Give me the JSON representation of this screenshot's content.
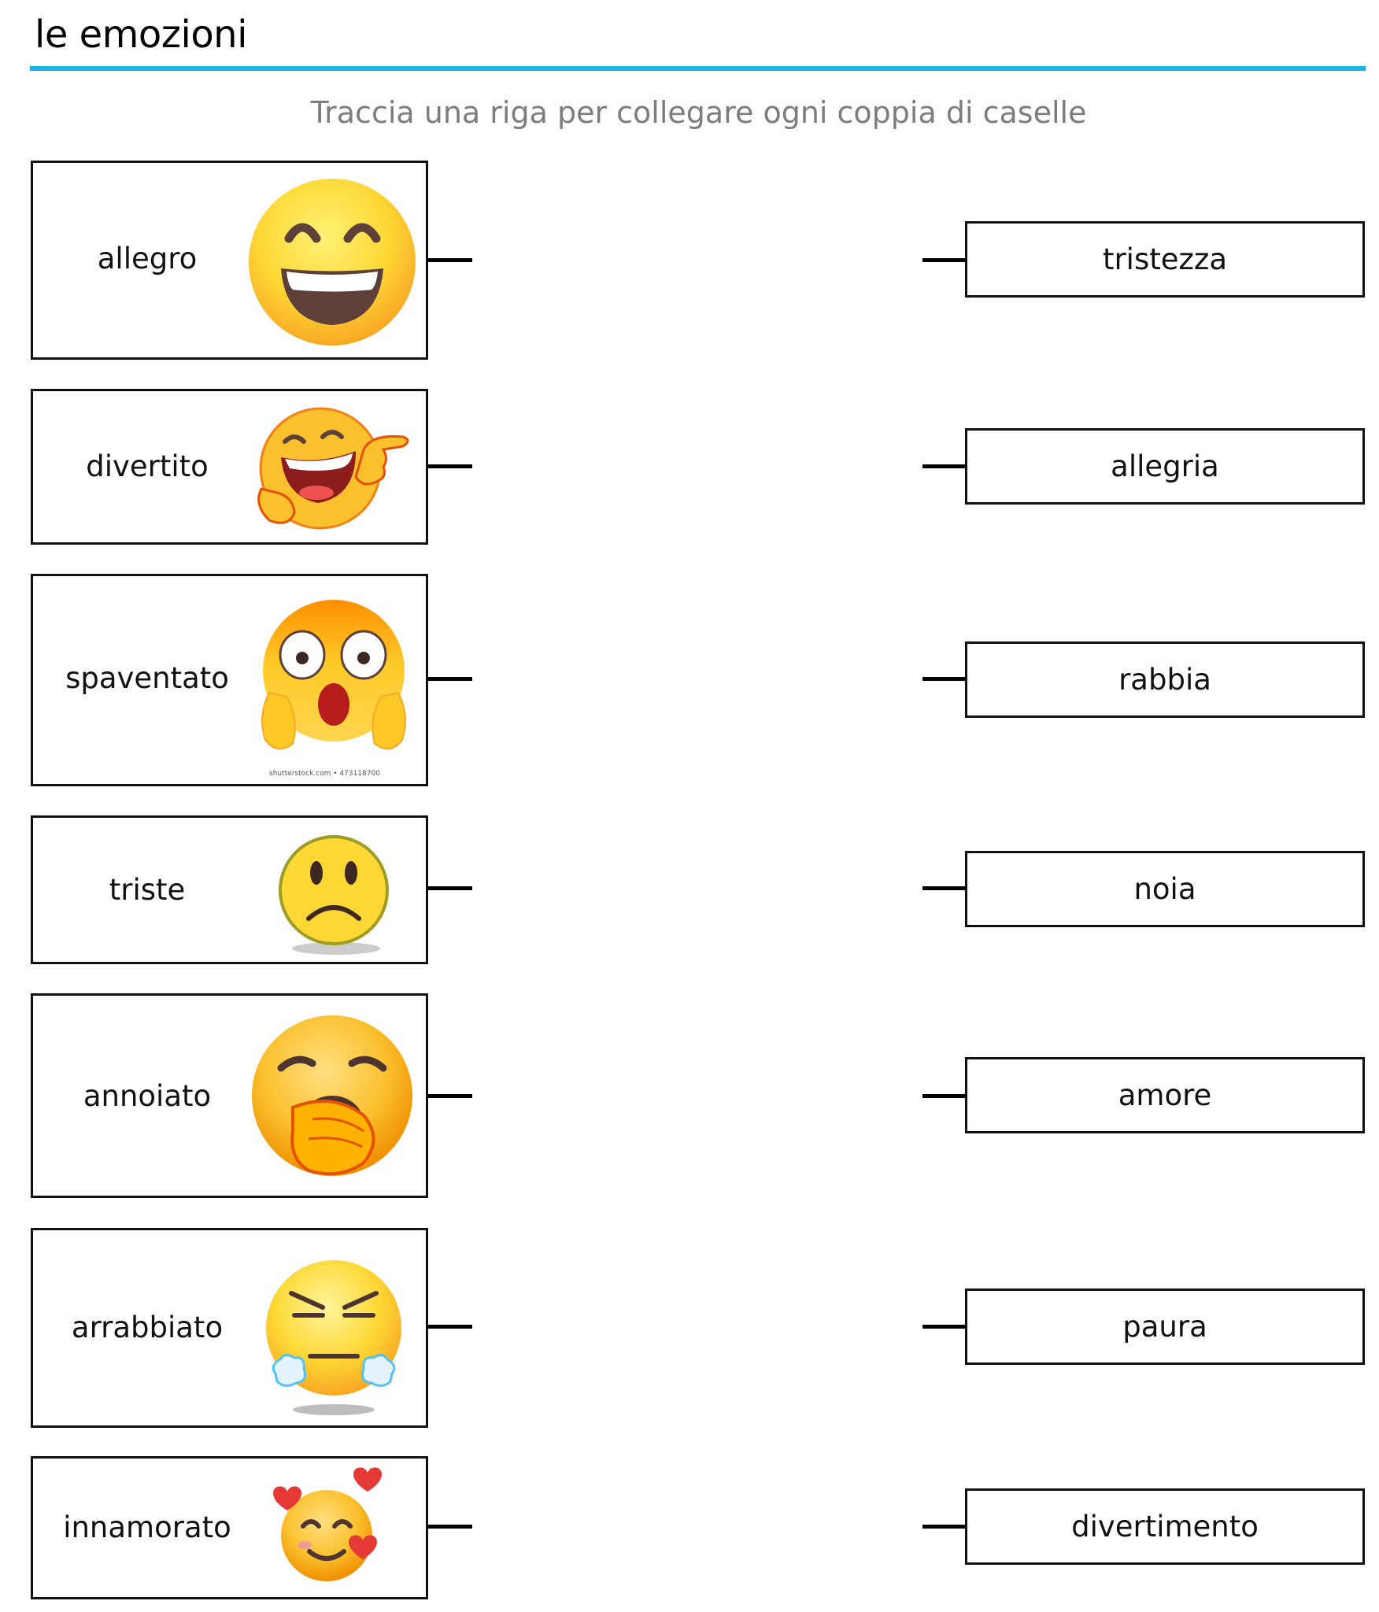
{
  "header": {
    "title": "le emozioni",
    "instructions": "Traccia una riga per collegare ogni coppia di caselle"
  },
  "left_items": [
    {
      "label": "allegro",
      "icon": "grinning-face-icon"
    },
    {
      "label": "divertito",
      "icon": "laughing-pointing-face-icon"
    },
    {
      "label": "spaventato",
      "icon": "screaming-face-icon",
      "watermark": "shutterstock.com • 473118700"
    },
    {
      "label": "triste",
      "icon": "frowning-face-icon"
    },
    {
      "label": "annoiato",
      "icon": "yawning-face-icon"
    },
    {
      "label": "arrabbiato",
      "icon": "huffing-face-icon"
    },
    {
      "label": "innamorato",
      "icon": "smiling-face-with-hearts-icon"
    }
  ],
  "right_items": [
    {
      "label": "tristezza"
    },
    {
      "label": "allegria"
    },
    {
      "label": "rabbia"
    },
    {
      "label": "noia"
    },
    {
      "label": "amore"
    },
    {
      "label": "paura"
    },
    {
      "label": "divertimento"
    }
  ],
  "colors": {
    "accent_rule": "#19b3ea",
    "instruction_text": "#7d7d7d",
    "emoji_yellow": "#fbc02d",
    "heart_red": "#e53935"
  }
}
